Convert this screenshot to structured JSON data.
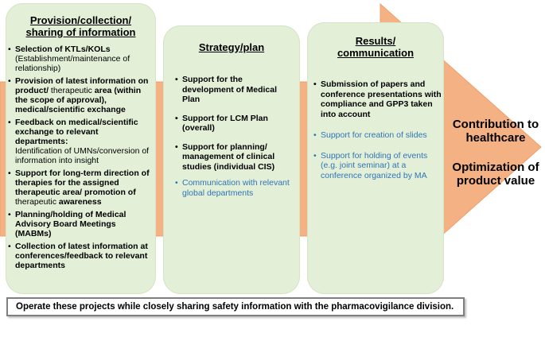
{
  "colors": {
    "arrow": "#f4b183",
    "arrow_stroke": "#f0a06a",
    "panel_fill": "#e3efd7",
    "accent_blue": "#2e75b6",
    "box_border": "#7f7f7f"
  },
  "panels": [
    {
      "title_line1": "Provision/collection/",
      "title_line2": "sharing of information",
      "items": [
        {
          "bold": "Selection of KTLs/KOLs",
          "normal": "(Establishment/maintenance of relationship)"
        },
        {
          "bold_a": "Provision of latest information on product/",
          "normal_a": " therapeutic ",
          "bold_b": "area (within the scope of approval), medical/scientific exchange"
        },
        {
          "bold": "Feedback on medical/scientific exchange to relevant departments:",
          "normal": "Identification of UMNs/conversion of information into insight"
        },
        {
          "bold_a": "Support for long-term direction of therapies for the assigned therapeutic area/ promotion of",
          "normal_a": " therapeutic ",
          "bold_b": "awareness"
        },
        {
          "bold": "Planning/holding of Medical Advisory Board Meetings (MABMs)"
        },
        {
          "bold": "Collection of latest information at conferences/feedback to relevant departments"
        }
      ]
    },
    {
      "title_line1": "Strategy/plan",
      "items": [
        {
          "text": "Support for the development of Medical Plan"
        },
        {
          "text": "Support for LCM Plan (overall)"
        },
        {
          "text": "Support for planning/ management of clinical studies (individual CIS)"
        },
        {
          "text": "Communication with relevant global departments"
        }
      ]
    },
    {
      "title_line1": "Results/",
      "title_line2": "communication",
      "items": [
        {
          "text": "Submission of papers and conference presentations with compliance and GPP3 taken into account"
        },
        {
          "text": "Support for creation of slides"
        },
        {
          "text": "Support for holding of events (e.g. joint seminar) at a conference organized by MA"
        }
      ]
    }
  ],
  "outcomes": [
    {
      "line1": "Contribution to",
      "line2": "healthcare"
    },
    {
      "line1": "Optimization of",
      "line2": "product value"
    }
  ],
  "bottom_note": "Operate these projects while closely sharing safety information with the pharmacovigilance division."
}
